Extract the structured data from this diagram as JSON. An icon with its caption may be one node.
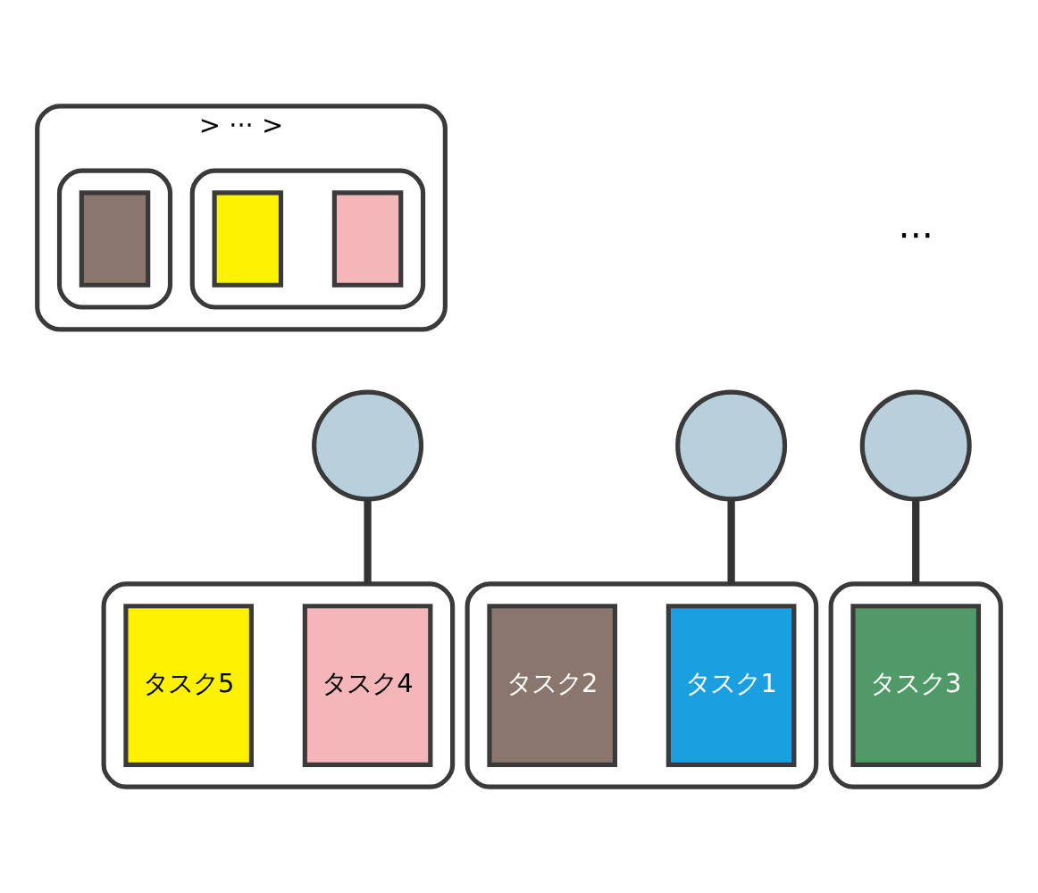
{
  "diagram": {
    "nodes": [
      {
        "text": [
          "> ··· >"
        ]
      },
      {
        "text": [],
        "shape": "box",
        "in": 0
      },
      {
        "text": [],
        "shape": "box",
        "in": 1
      },
      {
        "text": [],
        "shape": "box",
        "in": 1
      },
      {
        "text": [],
        "shape": "box",
        "in": 0
      },
      {
        "text": [],
        "shape": "box",
        "in": 4
      },
      {
        "text": [],
        "shape": "circle"
      },
      {
        "text": [],
        "shape": "circle"
      },
      {
        "text": [],
        "shape": "circle"
      },
      {
        "text": [],
        "shape": "box"
      },
      {
        "text": [
          "タスク1"
        ],
        "in": 9
      },
      {
        "text": [
          "タスク2"
        ],
        "in": 9
      },
      {
        "text": [],
        "shape": "box"
      },
      {
        "text": [
          "タスク3"
        ],
        "in": 12
      },
      {
        "text": [],
        "shape": "box"
      },
      {
        "text": [
          "タスク4"
        ],
        "in": 14
      },
      {
        "text": [
          "タスク5"
        ],
        "in": 14
      }
    ],
    "edges": [
      {
        "from": 6,
        "to": 14,
        "arrow": "none"
      },
      {
        "from": 7,
        "to": 9,
        "arrow": "none"
      },
      {
        "from": 8,
        "to": 12,
        "arrow": "none"
      }
    ],
    "labels": [
      "···"
    ]
  }
}
